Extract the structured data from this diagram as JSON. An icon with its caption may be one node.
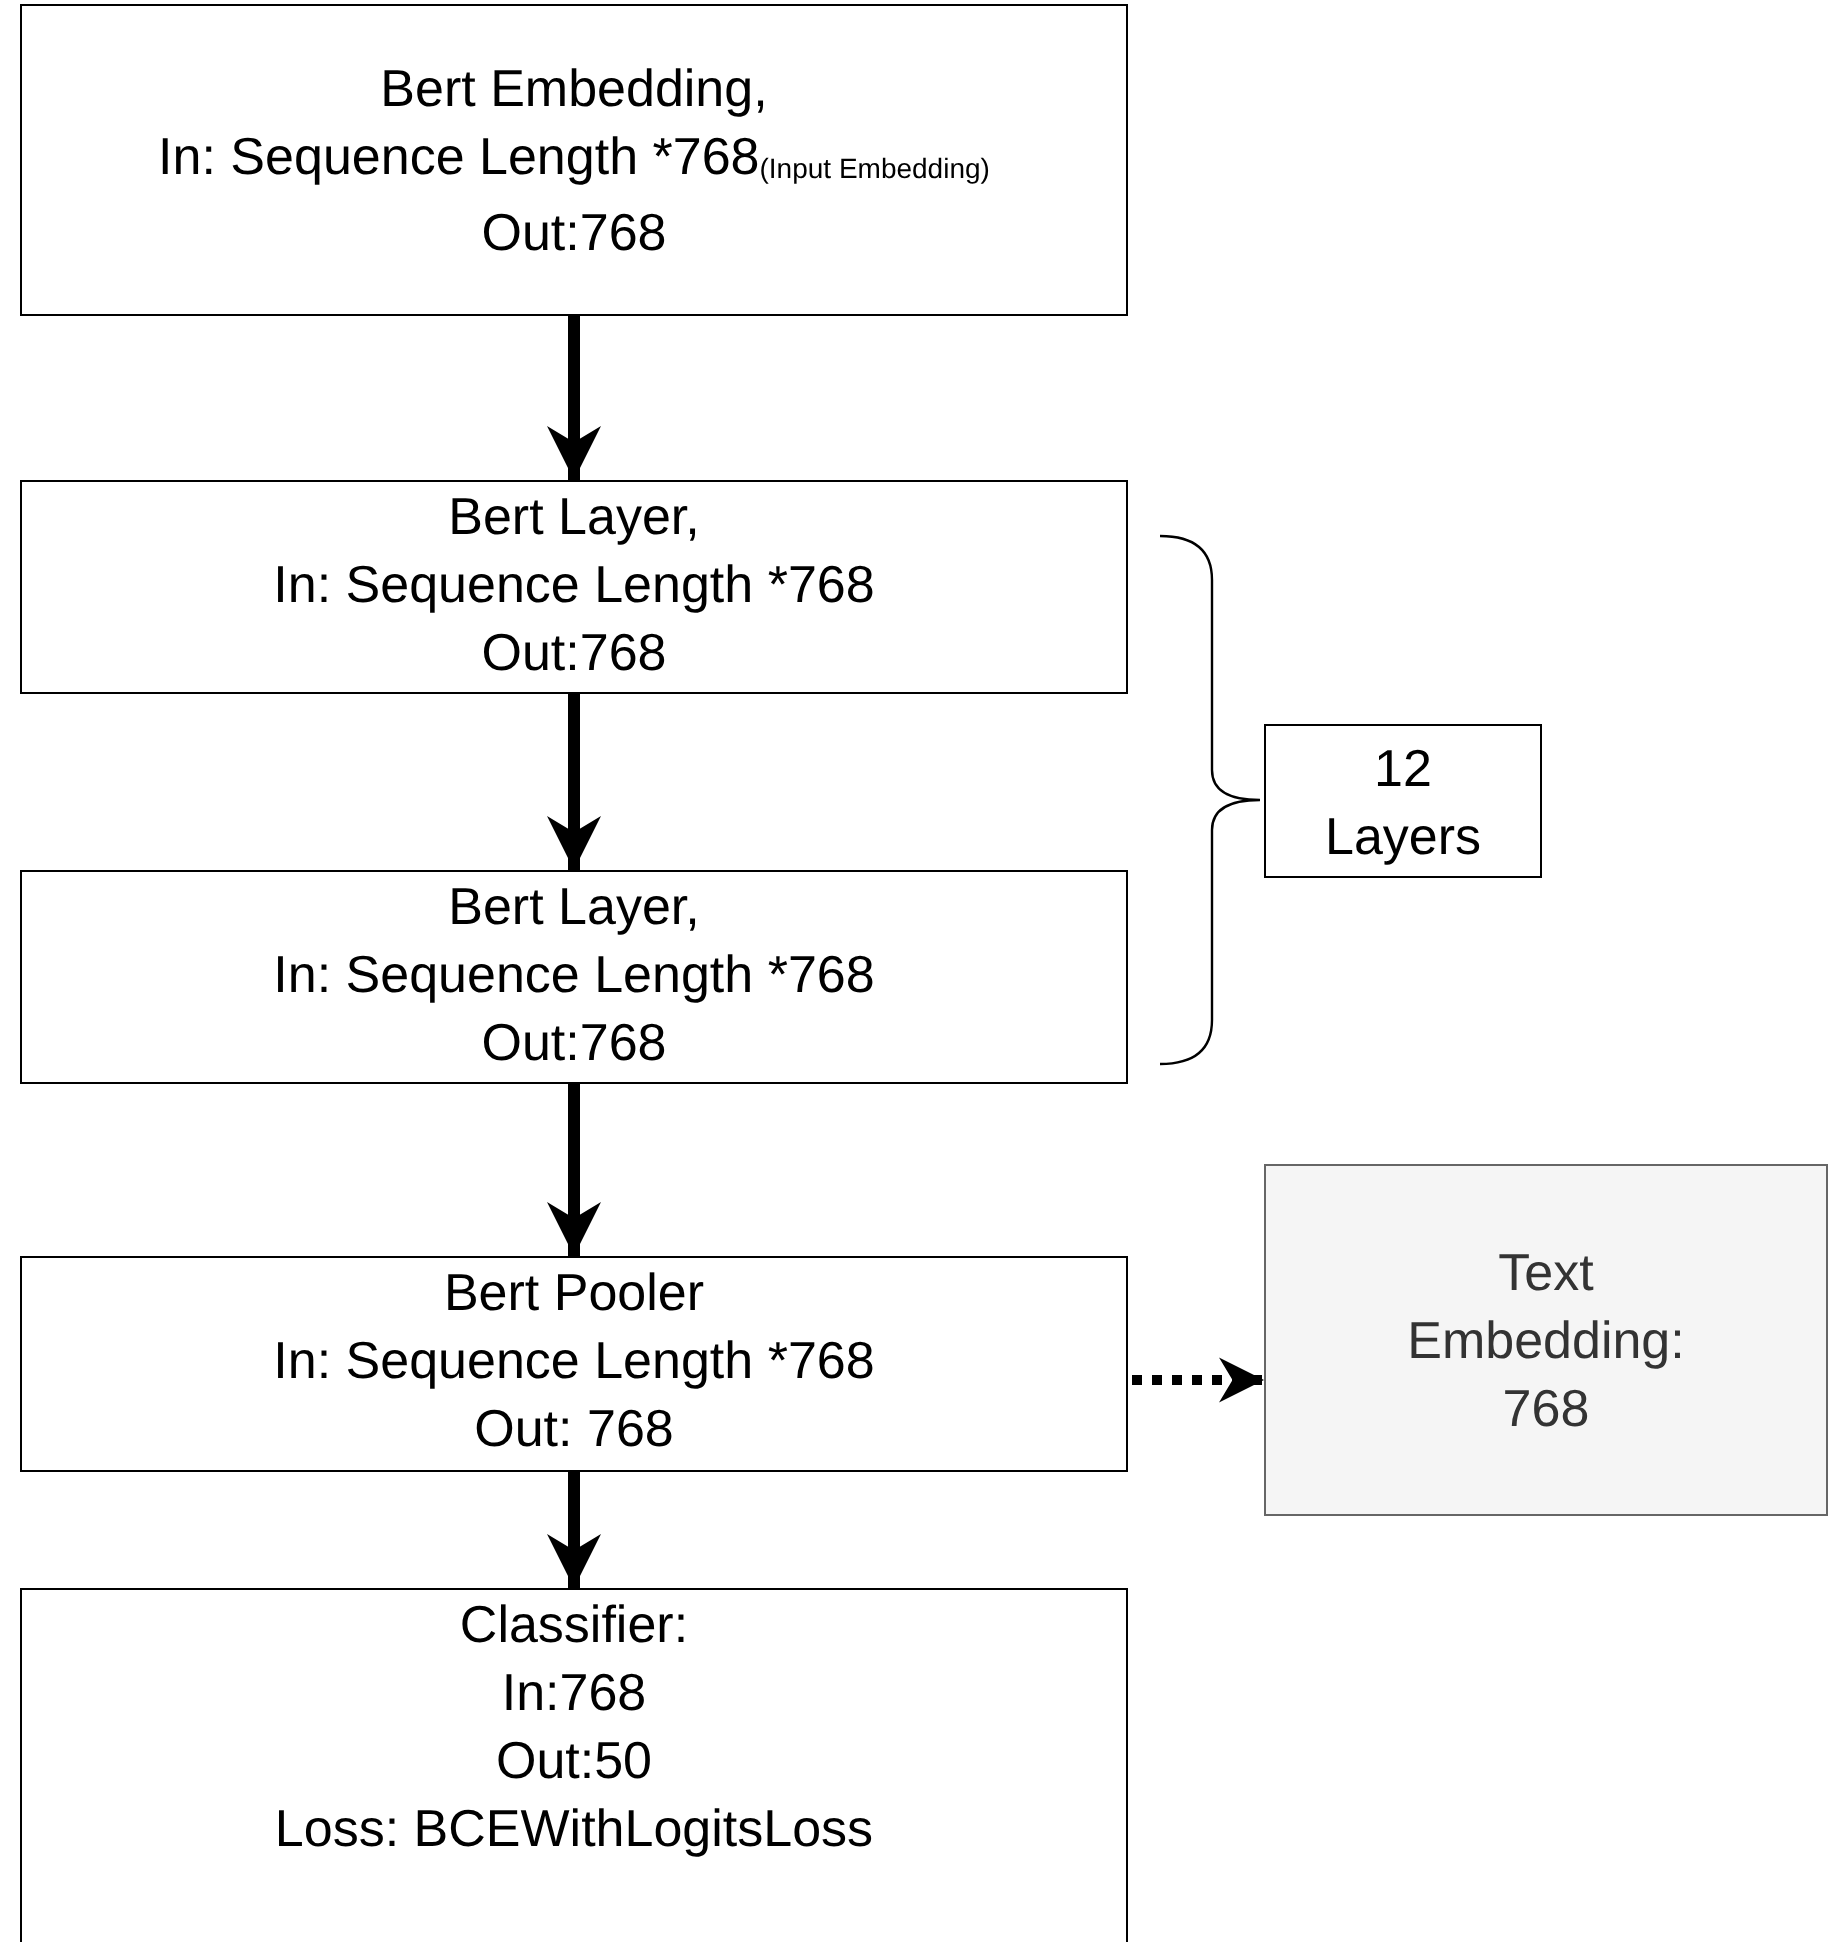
{
  "diagram": {
    "nodes": [
      {
        "text": [
          "Bert Embedding,",
          "In: Sequence Length *768$_{(Input Embedding)}$",
          "Out:768"
        ]
      },
      {
        "text": [
          "Bert Layer,",
          "In: Sequence Length *768",
          "Out:768"
        ]
      },
      {
        "text": [
          "Bert Layer,",
          "In: Sequence Length *768",
          "Out:768"
        ]
      },
      {
        "text": [
          "Bert Pooler",
          "In: Sequence Length *768",
          "Out: 768"
        ]
      },
      {
        "text": [
          "Classifier:",
          "In:768",
          "Out:50",
          "Loss: BCEWithLogitsLoss"
        ]
      },
      {
        "text": [
          "Text Embedding: 768"
        ]
      },
      {
        "text": [
          "12 Layers"
        ]
      }
    ],
    "edges": [
      {
        "from": 0,
        "to": 1,
        "arrow": "to"
      },
      {
        "from": 1,
        "to": 2,
        "arrow": "to"
      },
      {
        "from": 2,
        "to": 3,
        "arrow": "to"
      },
      {
        "from": 3,
        "to": 4,
        "arrow": "to"
      },
      {
        "from": 3,
        "to": 5,
        "arrow": "to",
        "style": "dashed"
      }
    ]
  }
}
